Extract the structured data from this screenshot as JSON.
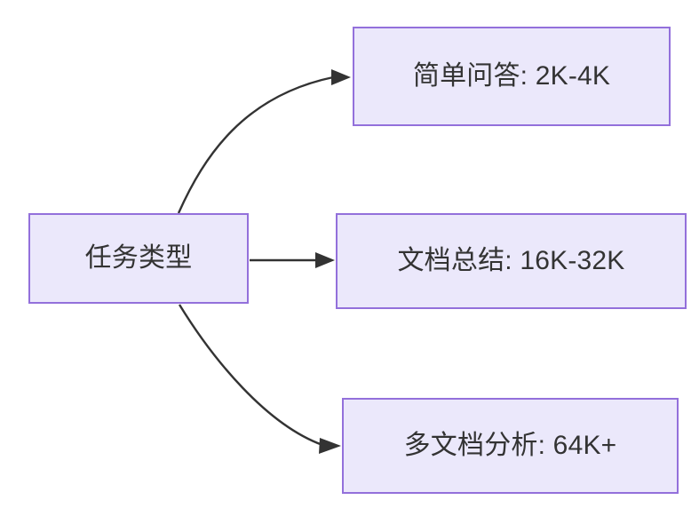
{
  "diagram": {
    "type": "flowchart",
    "direction": "left-to-right",
    "title": "",
    "background_color": "#ffffff",
    "node_fill_color": "#ebe8fb",
    "node_border_color": "#9370db",
    "node_text_color": "#333333",
    "edge_color": "#333333",
    "nodes": [
      {
        "id": "root",
        "label": "任务类型",
        "role": "source"
      },
      {
        "id": "simple-qa",
        "label": "简单问答: 2K-4K",
        "role": "target"
      },
      {
        "id": "doc-summary",
        "label": "文档总结: 16K-32K",
        "role": "target"
      },
      {
        "id": "multi-doc",
        "label": "多文档分析: 64K+",
        "role": "target"
      }
    ],
    "edges": [
      {
        "id": "edge-root-simple-qa",
        "from": "root",
        "to": "simple-qa",
        "label": "",
        "style": "curved-arrow"
      },
      {
        "id": "edge-root-doc-summary",
        "from": "root",
        "to": "doc-summary",
        "label": "",
        "style": "straight-arrow"
      },
      {
        "id": "edge-root-multi-doc",
        "from": "root",
        "to": "multi-doc",
        "label": "",
        "style": "curved-arrow"
      }
    ]
  }
}
